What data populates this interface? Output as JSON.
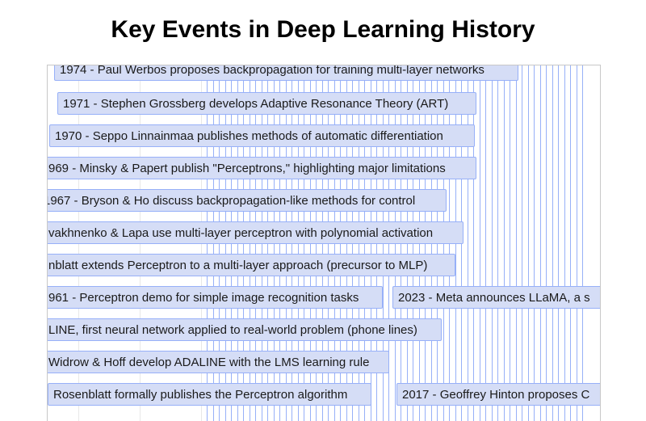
{
  "title": "Key Events in Deep Learning History",
  "colors": {
    "item_bg": "#d5ddf6",
    "item_border": "#97b0f8"
  },
  "items": [
    {
      "label": "1974 - Paul Werbos proposes backpropagation for training multi-layer networks"
    },
    {
      "label": "1971 - Stephen Grossberg develops Adaptive Resonance Theory (ART)"
    },
    {
      "label": "1970 - Seppo Linnainmaa publishes methods of automatic differentiation"
    },
    {
      "label": "969 - Minsky & Papert publish \"Perceptrons,\" highlighting major limitations"
    },
    {
      "label": "1967 - Bryson & Ho discuss backpropagation-like methods for control"
    },
    {
      "label": "vakhnenko & Lapa use multi-layer perceptron with polynomial activation"
    },
    {
      "label": "nblatt extends Perceptron to a multi-layer approach (precursor to MLP)"
    },
    {
      "label": "961 - Perceptron demo for simple image recognition tasks"
    },
    {
      "label": "2023 - Meta announces LLaMA, a s"
    },
    {
      "label": "LINE, first neural network applied to real-world problem (phone lines)"
    },
    {
      "label": "Widrow & Hoff develop ADALINE with the LMS learning rule"
    },
    {
      "label": "Rosenblatt formally publishes the Perceptron algorithm"
    },
    {
      "label": "2017 - Geoffrey Hinton proposes C"
    }
  ]
}
